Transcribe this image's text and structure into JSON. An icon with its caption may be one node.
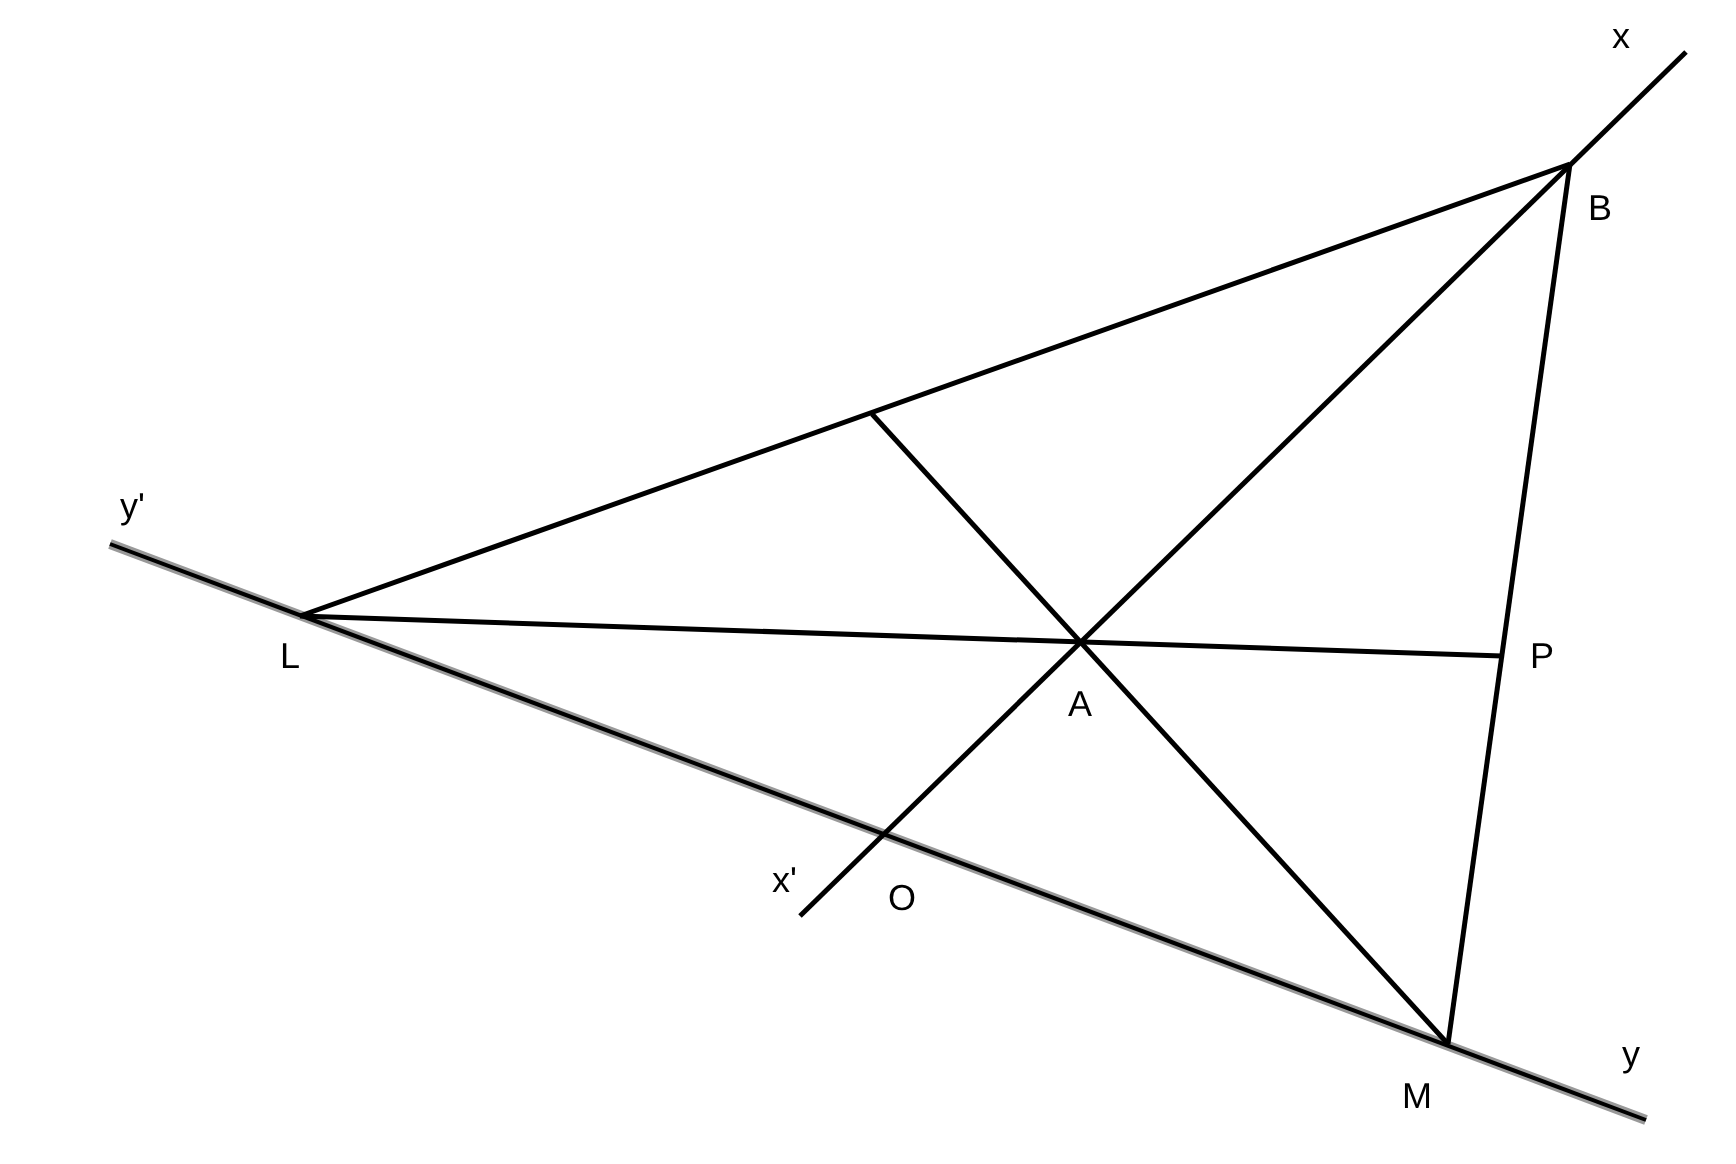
{
  "diagram": {
    "labels": [
      "x",
      "B",
      "y'",
      "L",
      "P",
      "A",
      "x'",
      "O",
      "M",
      "y"
    ]
  }
}
